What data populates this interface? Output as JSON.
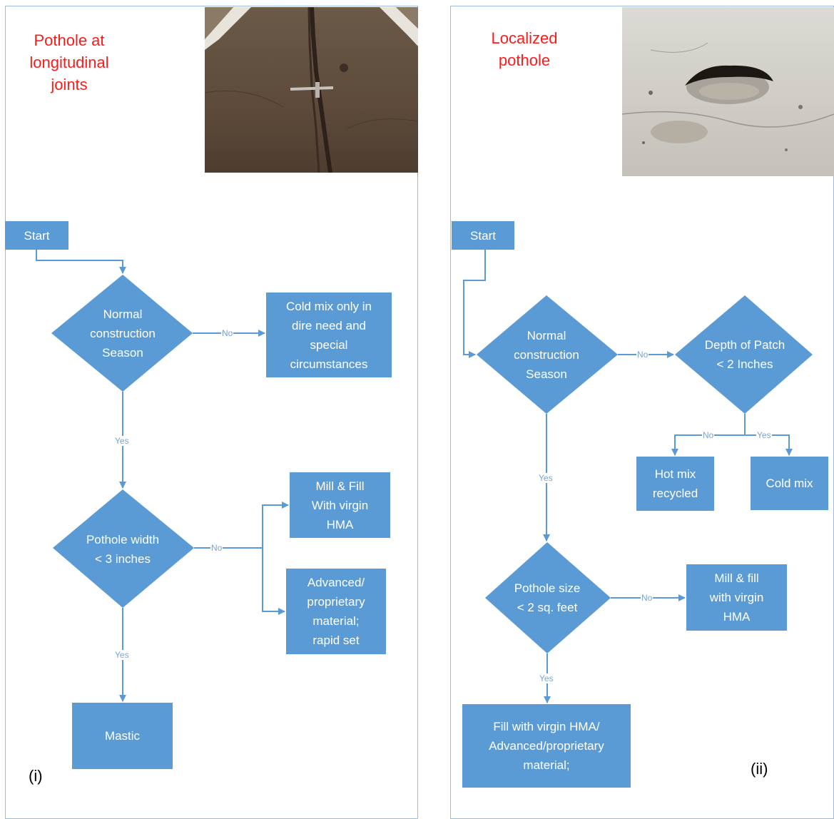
{
  "colors": {
    "node": "#5b9bd5",
    "arrow": "#5b9bd5",
    "title": "#ff1a1a",
    "border": "#9dbbe0"
  },
  "left": {
    "title": "Pothole at\nlongitudinal\njoints",
    "panel_label": "(i)",
    "start": "Start",
    "decision1": "Normal\nconstruction\nSeason",
    "cold_mix": "Cold mix only in\ndire need and\nspecial\ncircumstances",
    "decision2": "Pothole width\n< 3 inches",
    "mill_fill": "Mill & Fill\nWith virgin\nHMA",
    "advanced": "Advanced/\nproprietary\nmaterial;\nrapid set",
    "mastic": "Mastic",
    "edges": {
      "no1": "No",
      "yes1": "Yes",
      "no2": "No",
      "yes2": "Yes"
    }
  },
  "right": {
    "title": "Localized\npothole",
    "panel_label": "(ii)",
    "start": "Start",
    "decision1": "Normal\nconstruction\nSeason",
    "depth": "Depth of Patch\n< 2 Inches",
    "hot_mix": "Hot mix\nrecycled",
    "cold_mix": "Cold mix",
    "decision2": "Pothole size\n< 2 sq. feet",
    "mill_fill": "Mill & fill\nwith virgin\nHMA",
    "fill_virgin": "Fill with virgin HMA/\nAdvanced/proprietary\nmaterial;",
    "edges": {
      "no1": "No",
      "no_depth": "No",
      "yes_depth": "Yes",
      "yes1": "Yes",
      "no2": "No",
      "yes2": "Yes"
    }
  }
}
